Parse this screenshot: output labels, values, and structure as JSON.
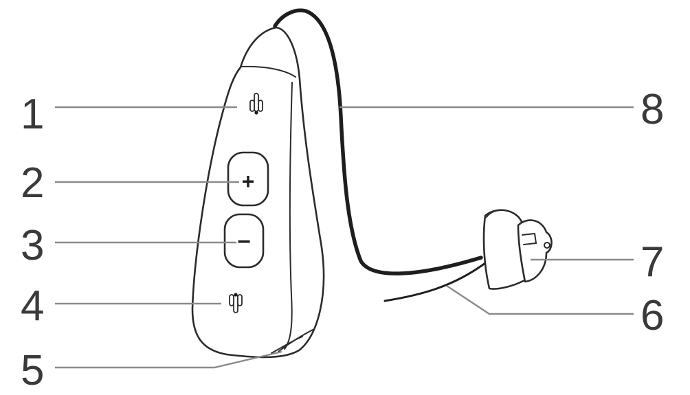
{
  "callouts": {
    "c1": "1",
    "c2": "2",
    "c3": "3",
    "c4": "4",
    "c5": "5",
    "c6": "6",
    "c7": "7",
    "c8": "8"
  },
  "buttons": {
    "plus_symbol": "+",
    "minus_symbol": "−"
  },
  "icons": {
    "top": "microphone-up-icon",
    "bottom": "microphone-down-icon"
  },
  "colors": {
    "outline": "#2b2b2b",
    "leader": "#8a8a8a",
    "number": "#3a3a3a"
  }
}
